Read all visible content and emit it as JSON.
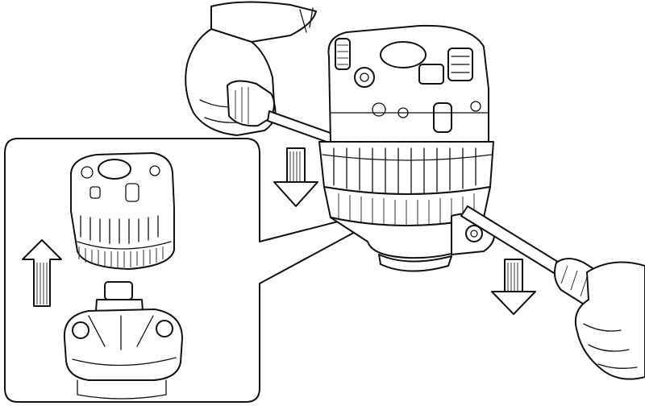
{
  "figure": {
    "ink_color": "#111111",
    "background": "#ffffff",
    "direction_arrows": [
      "arrow-down",
      "arrow-down",
      "arrow-up"
    ]
  }
}
